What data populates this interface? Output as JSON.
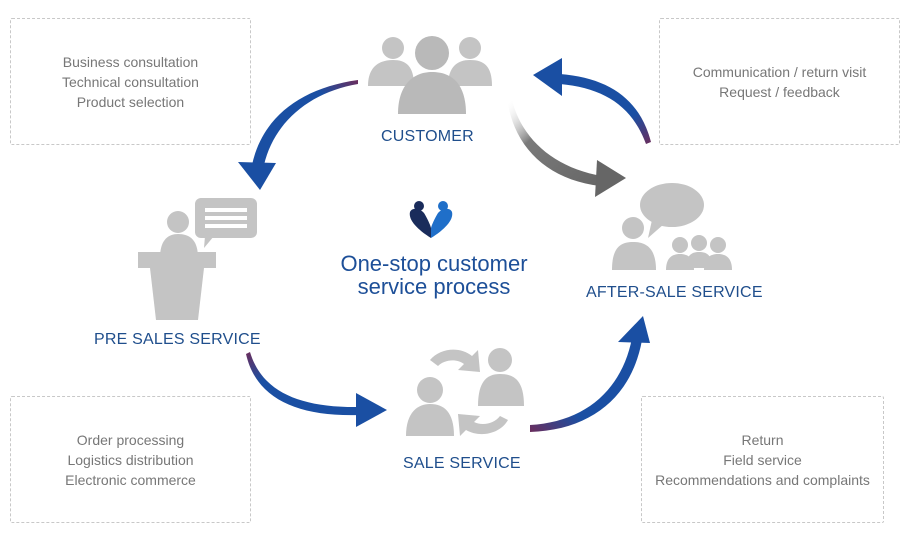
{
  "boxes": {
    "customer_info": [
      "Business consultation",
      "Technical consultation",
      "Product selection"
    ],
    "after_sale_info": [
      "Communication / return visit",
      "Request / feedback"
    ],
    "pre_sales_info": [
      "Order processing",
      "Logistics distribution",
      "Electronic commerce"
    ],
    "sale_info": [
      "Return",
      "Field service",
      "Recommendations and complaints"
    ]
  },
  "nodes": {
    "customer": "CUSTOMER",
    "after_sale": "AFTER-SALE SERVICE",
    "pre_sales": "PRE SALES SERVICE",
    "sale": "SALE SERVICE"
  },
  "center": {
    "line1": "One-stop customer",
    "line2": "service process"
  },
  "colors": {
    "arrow_blue": "#1a4fa3",
    "arrow_gray": "#6f6f6f",
    "icon_gray": "#c4c4c4",
    "label_blue": "#1f4e8c",
    "logo_navy": "#1a2c5b",
    "logo_blue": "#1f6fc9"
  }
}
